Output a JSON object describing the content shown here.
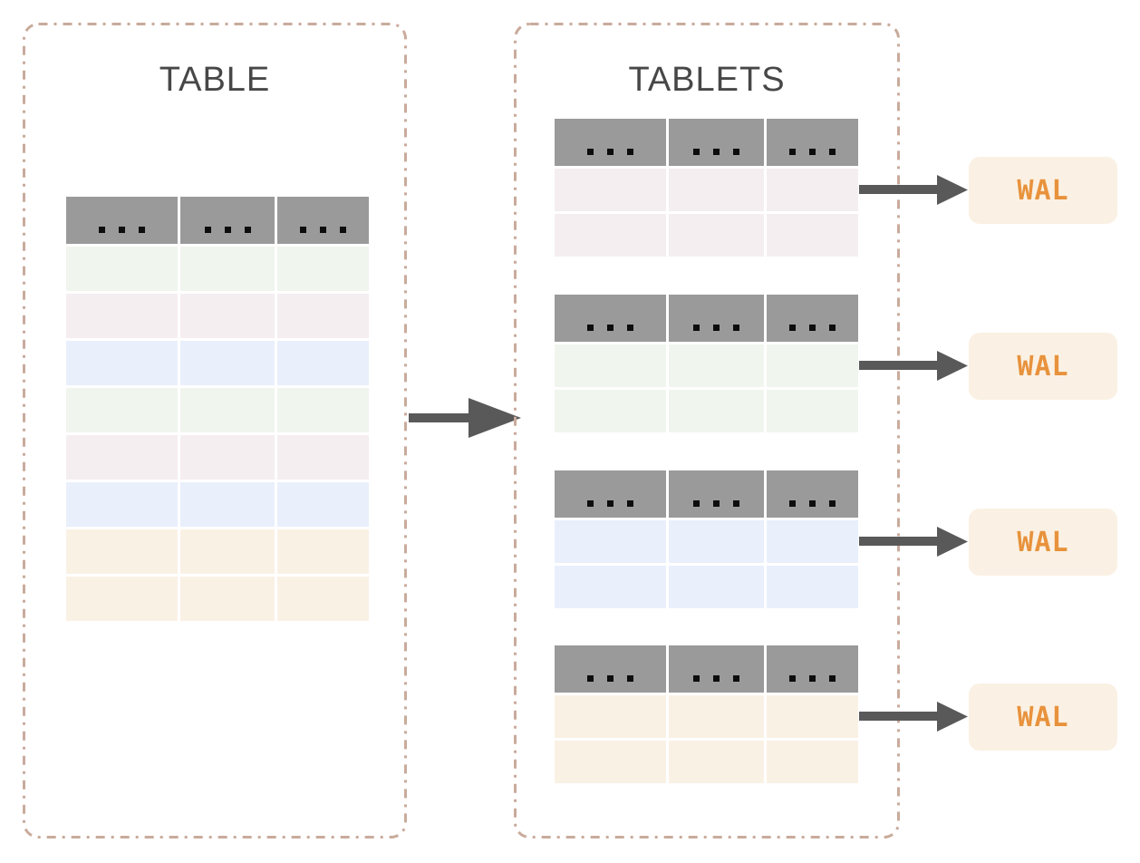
{
  "colors": {
    "header_gray": "#9a9a9a",
    "arrow_gray": "#595959",
    "border_tan": "#c9ab9c",
    "title_text": "#474747",
    "row_green": "#f0f5ee",
    "row_pink": "#f5eef1",
    "row_blue": "#e9effb",
    "row_cream": "#faf1e5",
    "wal_bg": "#faf1e4",
    "wal_text": "#e8923c"
  },
  "table_panel": {
    "title": "TABLE",
    "header_placeholder": "...",
    "columns": 3,
    "row_colors": [
      "#f0f5ee",
      "#f5eef1",
      "#e9effb",
      "#f0f5ee",
      "#f5eef1",
      "#e9effb",
      "#faf1e5",
      "#faf1e5"
    ]
  },
  "tablets_panel": {
    "title": "TABLETS",
    "header_placeholder": "...",
    "tablets": [
      {
        "row_color": "#f5eef1",
        "wal_label": "WAL"
      },
      {
        "row_color": "#f0f5ee",
        "wal_label": "WAL"
      },
      {
        "row_color": "#e9effb",
        "wal_label": "WAL"
      },
      {
        "row_color": "#faf1e5",
        "wal_label": "WAL"
      }
    ]
  }
}
